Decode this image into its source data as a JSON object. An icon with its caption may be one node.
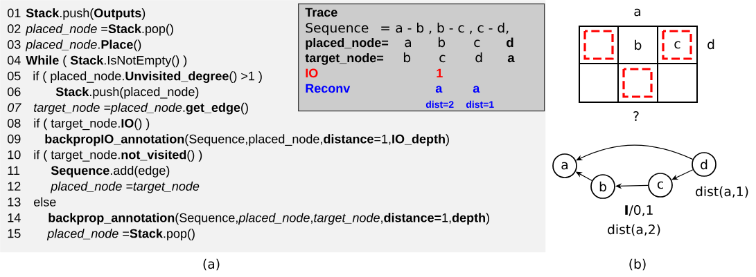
{
  "diagram": {
    "nodes": [
      {
        "text": [
          "01",
          "**Stack**.push(**Outputs**)",
          "02",
          "*placed_node* =**Stack**.pop()",
          "03",
          "*placed_node*.**Place**()",
          "04",
          "**While** ( **Stack**.IsNotEmpty() )",
          "05",
          "if ( placed_node.**Unvisited_degree**() >1 )",
          "06",
          "**Stack**.push(placed_node)",
          "07",
          "*target_node =placed_node*.**get_edge**()",
          "08",
          "if ( target_node.**IO**() )",
          "09",
          "**backpropIO_annotation**(Sequence,placed_node,**distance**=1,**IO_depth**)",
          "10",
          "if ( target_node.**not_visited**() )",
          "11",
          "**Sequence**.add(edge)",
          "12",
          "placed_node =target_node",
          "13",
          "else",
          "14",
          "**backprop_annotation**(Sequence,*placed_node*,*target_node*,**distance=**1,**depth**)",
          "15",
          "*placed_node* =**Stack**.pop()"
        ]
      },
      {
        "text": [
          "Trace",
          "Sequence",
          "=",
          "a - b , b - c , c - d,",
          "placed_node=",
          "a",
          "b",
          "c",
          "d",
          "target_node=",
          "b",
          "c",
          "d",
          "a",
          "IO",
          "1",
          "Reconv",
          "a",
          "a",
          "dist=2",
          "dist=1"
        ],
        "in": 0
      },
      {
        "text": [],
        "shape": "box"
      },
      {
        "text": [
          "b"
        ]
      },
      {
        "text": [
          "c"
        ]
      },
      {
        "text": [],
        "shape": "box"
      },
      {
        "text": [],
        "shape": "box"
      },
      {
        "text": [],
        "shape": "box"
      },
      {
        "text": [
          "a"
        ]
      },
      {
        "text": [
          "b"
        ]
      },
      {
        "text": [
          "c"
        ]
      },
      {
        "text": [
          "d"
        ],
        "beside": [
          "dist(a,1)"
        ]
      }
    ],
    "edges": [
      {
        "from": 11,
        "to": 8,
        "arrow": "to"
      },
      {
        "from": 11,
        "to": 10,
        "arrow": "to"
      },
      {
        "from": 10,
        "to": 9,
        "arrow": "to"
      },
      {
        "from": 9,
        "to": 8,
        "arrow": "to"
      }
    ],
    "labels": [
      "a",
      "d",
      "?",
      "**I**/0,1",
      "dist(a,2)",
      "(a)",
      "(b)"
    ]
  }
}
